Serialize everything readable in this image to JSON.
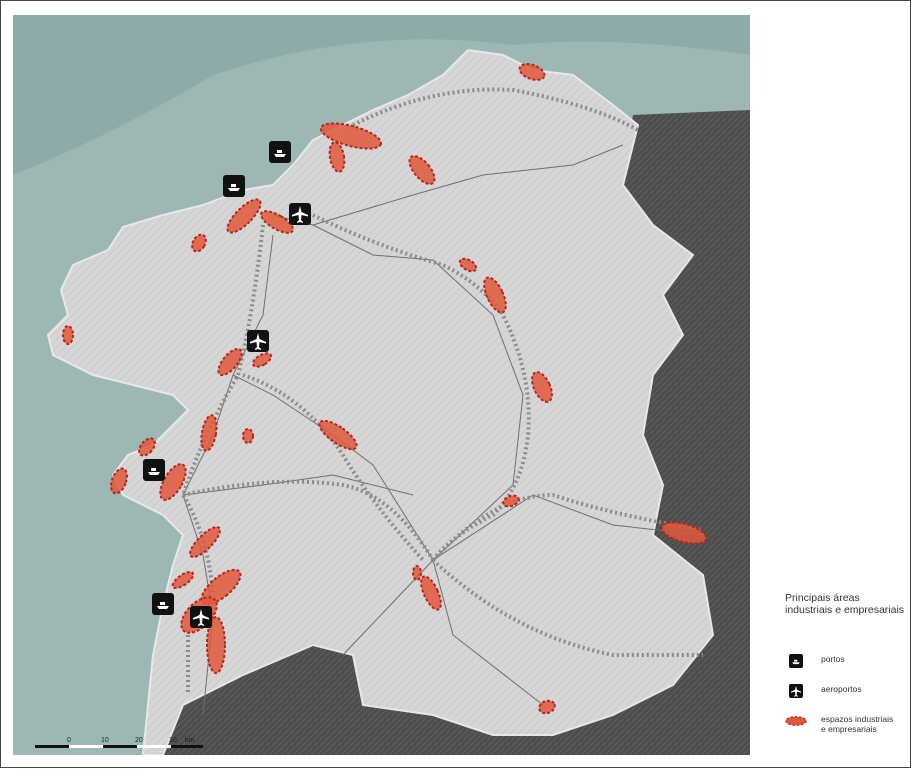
{
  "legend": {
    "title_line1": "Principais áreas",
    "title_line2": "industriais e empresariais",
    "items": [
      {
        "label": "portos",
        "icon": "ship-icon"
      },
      {
        "label": "aeroportos",
        "icon": "airplane-icon"
      },
      {
        "label_line1": "espazos industriais",
        "label_line2": "e empresariais",
        "icon": "industrial-area-symbol"
      }
    ]
  },
  "scale_bar": {
    "ticks": [
      "0",
      "10",
      "20",
      "30"
    ],
    "unit": "km"
  },
  "colors": {
    "sea": "#9db7b5",
    "land": "#d4d4d4",
    "relief": "#4a4a4a",
    "industrial_fill": "#e2583c",
    "industrial_stroke": "#b3261e",
    "route": "#8a8a8a"
  }
}
